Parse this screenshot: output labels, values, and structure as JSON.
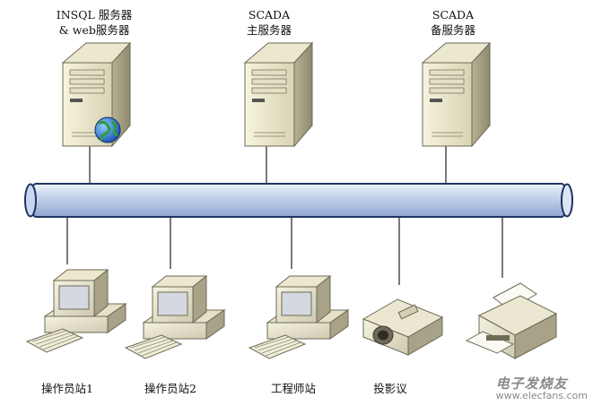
{
  "servers": [
    {
      "line1": "INSQL 服务器",
      "line2": "& web服务器",
      "icon": "server-globe-icon"
    },
    {
      "line1": "SCADA",
      "line2": "主服务器",
      "icon": "server-tower-icon"
    },
    {
      "line1": "SCADA",
      "line2": "备服务器",
      "icon": "server-tower-icon"
    }
  ],
  "clients": [
    {
      "label": "操作员站1",
      "icon": "workstation-icon"
    },
    {
      "label": "操作员站2",
      "icon": "workstation-icon"
    },
    {
      "label": "工程师站",
      "icon": "workstation-icon"
    },
    {
      "label": "投影议",
      "icon": "projector-icon"
    },
    {
      "label": "",
      "icon": "printer-icon"
    }
  ],
  "network": {
    "type": "bus",
    "color": "#a9bedd",
    "outline": "#1f3560"
  },
  "watermark": {
    "line1": "电子发烧友",
    "line2": "www.elecfans.com"
  }
}
